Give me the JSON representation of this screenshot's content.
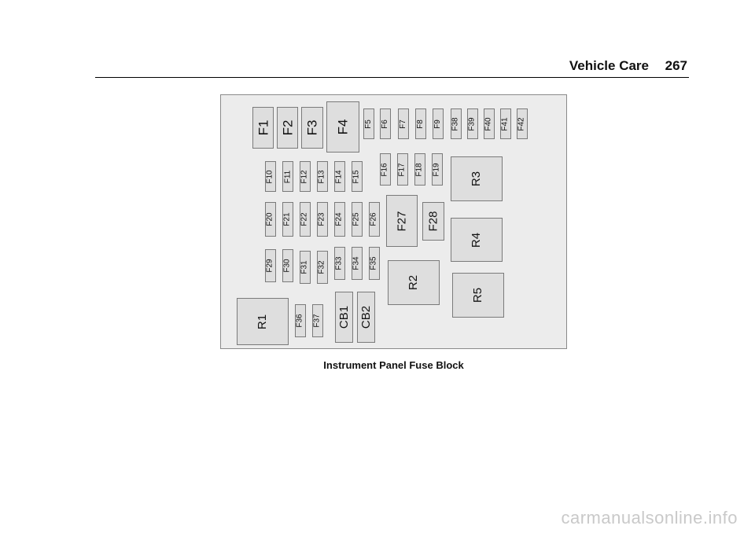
{
  "header": {
    "section": "Vehicle Care",
    "page_number": "267"
  },
  "diagram": {
    "components": [
      {
        "label": "F1"
      },
      {
        "label": "F2"
      },
      {
        "label": "F3"
      },
      {
        "label": "F4"
      },
      {
        "label": "F5"
      },
      {
        "label": "F6"
      },
      {
        "label": "F7"
      },
      {
        "label": "F8"
      },
      {
        "label": "F9"
      },
      {
        "label": "F38"
      },
      {
        "label": "F39"
      },
      {
        "label": "F40"
      },
      {
        "label": "F41"
      },
      {
        "label": "F42"
      },
      {
        "label": "F10"
      },
      {
        "label": "F11"
      },
      {
        "label": "F12"
      },
      {
        "label": "F13"
      },
      {
        "label": "F14"
      },
      {
        "label": "F15"
      },
      {
        "label": "F16"
      },
      {
        "label": "F17"
      },
      {
        "label": "F18"
      },
      {
        "label": "F19"
      },
      {
        "label": "R3"
      },
      {
        "label": "F20"
      },
      {
        "label": "F21"
      },
      {
        "label": "F22"
      },
      {
        "label": "F23"
      },
      {
        "label": "F24"
      },
      {
        "label": "F25"
      },
      {
        "label": "F26"
      },
      {
        "label": "F27"
      },
      {
        "label": "F28"
      },
      {
        "label": "R4"
      },
      {
        "label": "F29"
      },
      {
        "label": "F30"
      },
      {
        "label": "F31"
      },
      {
        "label": "F32"
      },
      {
        "label": "F33"
      },
      {
        "label": "F34"
      },
      {
        "label": "F35"
      },
      {
        "label": "R2"
      },
      {
        "label": "R5"
      },
      {
        "label": "R1"
      },
      {
        "label": "F36"
      },
      {
        "label": "F37"
      },
      {
        "label": "CB1"
      },
      {
        "label": "CB2"
      }
    ]
  },
  "caption": "Instrument Panel Fuse Block",
  "watermark": "carmanualsonline.info"
}
